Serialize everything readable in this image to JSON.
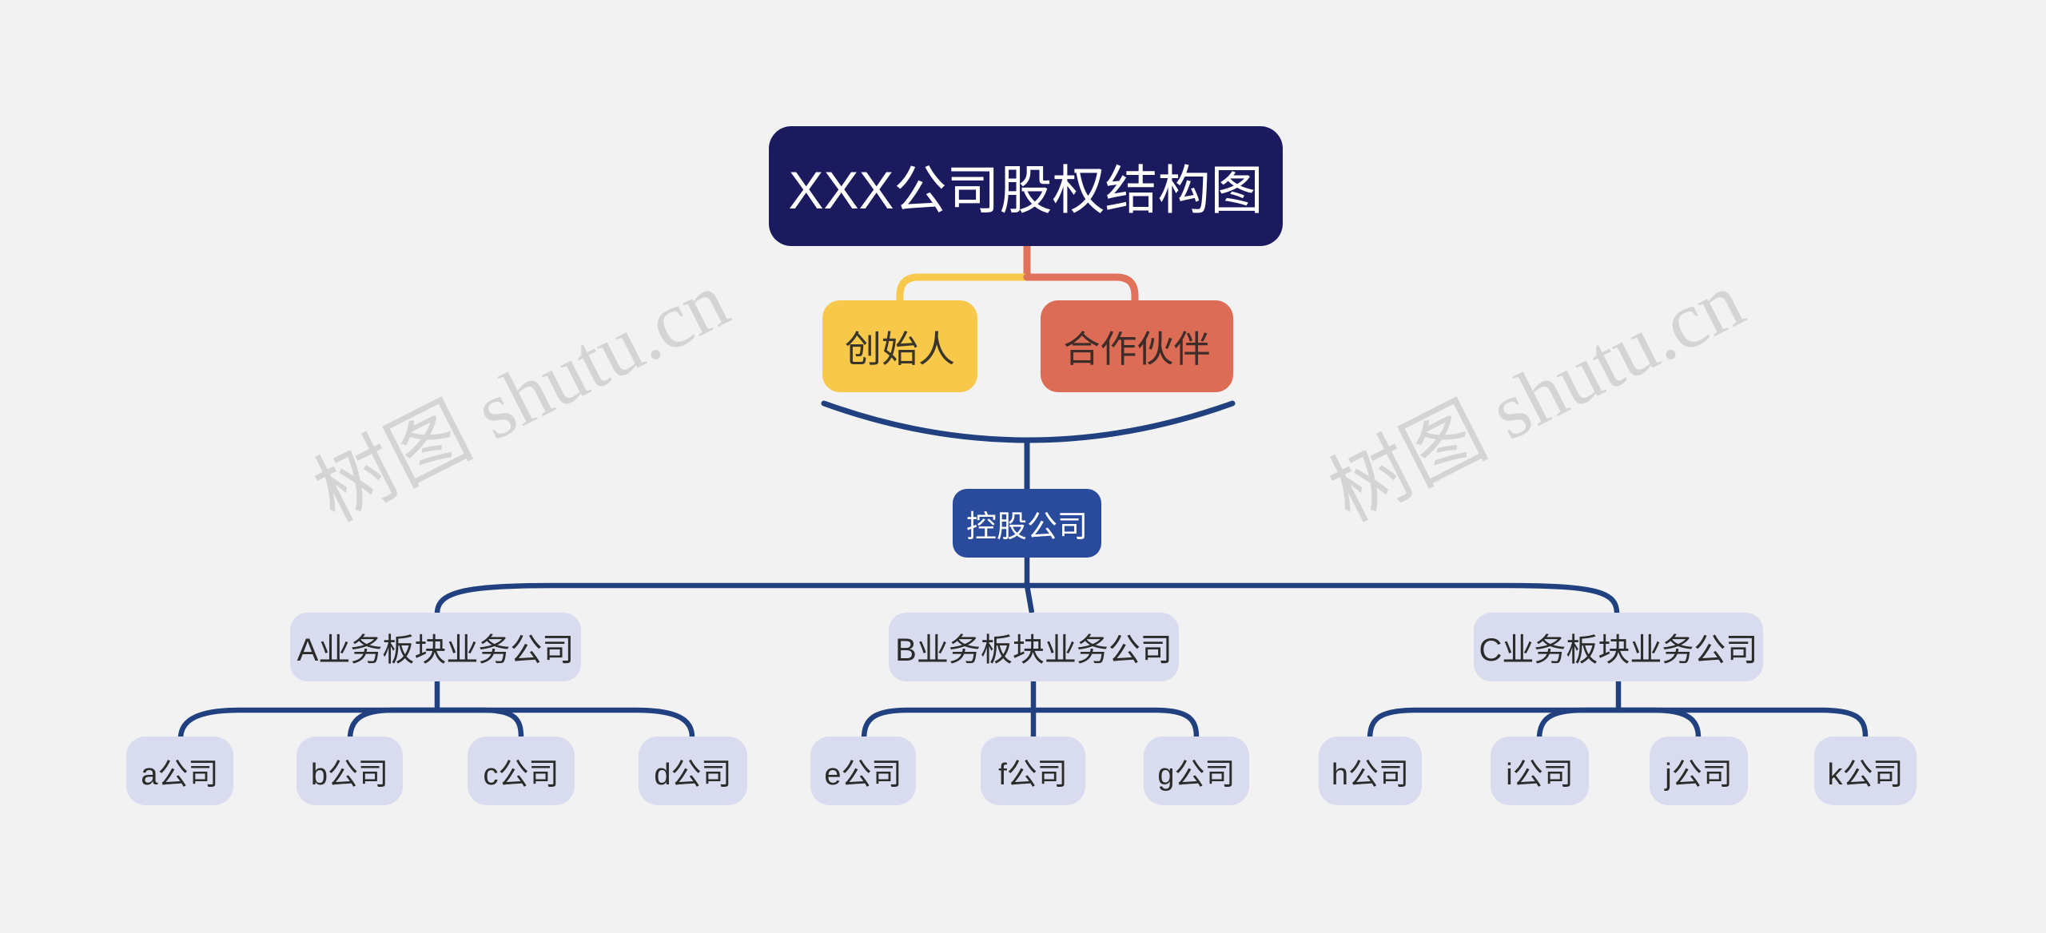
{
  "diagram": {
    "title": "XXX公司股权结构图",
    "type_hint": "equity-structure-tree"
  },
  "nodes": {
    "title": "XXX公司股权结构图",
    "founder": "创始人",
    "partner": "合作伙伴",
    "holding": "控股公司",
    "branch_a": "A业务板块业务公司",
    "branch_b": "B业务板块业务公司",
    "branch_c": "C业务板块业务公司",
    "leaf_a": "a公司",
    "leaf_b": "b公司",
    "leaf_c": "c公司",
    "leaf_d": "d公司",
    "leaf_e": "e公司",
    "leaf_f": "f公司",
    "leaf_g": "g公司",
    "leaf_h": "h公司",
    "leaf_i": "i公司",
    "leaf_j": "j公司",
    "leaf_k": "k公司"
  },
  "hierarchy": {
    "root": "XXX公司股权结构图",
    "shareholders": [
      "创始人",
      "合作伙伴"
    ],
    "holding_company": "控股公司",
    "branches": [
      {
        "label": "A业务板块业务公司",
        "children": [
          "a公司",
          "b公司",
          "c公司",
          "d公司"
        ]
      },
      {
        "label": "B业务板块业务公司",
        "children": [
          "e公司",
          "f公司",
          "g公司"
        ]
      },
      {
        "label": "C业务板块业务公司",
        "children": [
          "h公司",
          "i公司",
          "j公司",
          "k公司"
        ]
      }
    ]
  },
  "watermark": {
    "text": "树图 shutu.cn"
  },
  "colors": {
    "background": "#f2f2f3",
    "title_bg": "#1c1a5e",
    "founder_bg": "#f7c84a",
    "partner_bg": "#dc6c55",
    "holding_bg": "#2a4b9b",
    "branch_bg": "#d9dcee",
    "leaf_bg": "#d9dcee",
    "edge_navy": "#20407f",
    "edge_founder": "#f7c84a",
    "edge_partner": "#e0715a",
    "text_on_dark": "#ffffff",
    "text_on_light": "#2b2b2b",
    "watermark": "#c3c3c3"
  }
}
